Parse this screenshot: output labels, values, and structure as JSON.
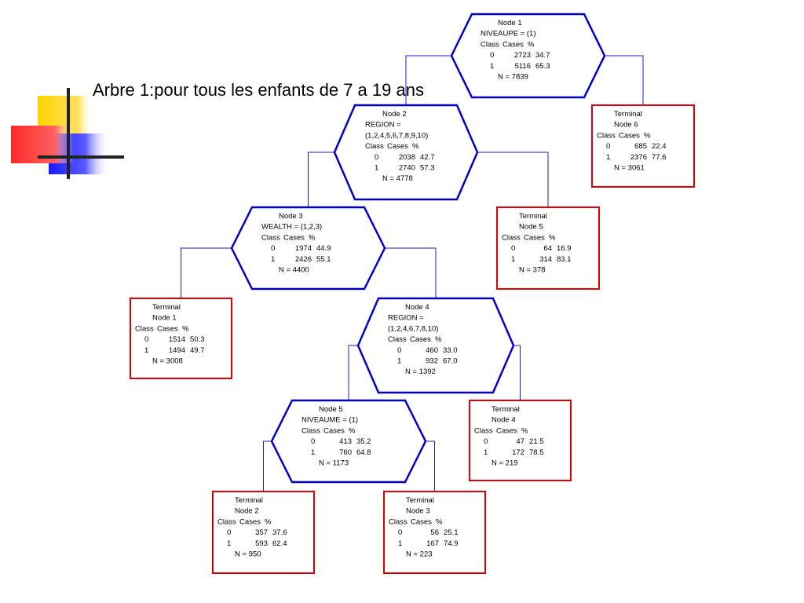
{
  "slide": {
    "title": "Arbre 1:pour tous les enfants de 7 a 19 ans"
  },
  "colors": {
    "split_border": "#0000cc",
    "terminal_border": "#e00000",
    "edge": "#1c1cd6"
  },
  "nodes": [
    {
      "id": "n1",
      "kind": "split",
      "lines": [
        "Node 1",
        "NIVEAUPE = (1)",
        "Class    Cases    %",
        "0        2723    34.7",
        "1        5116    65.3",
        "N = 7839"
      ]
    },
    {
      "id": "n2",
      "kind": "split",
      "lines": [
        "Node 2",
        "REGION =",
        "(1,2,4,5,6,7,8,9,10)",
        "Class    Cases    %",
        "0        2038    42.7",
        "1        2740    57.3",
        "N = 4778"
      ]
    },
    {
      "id": "t6",
      "kind": "terminal",
      "lines": [
        "Terminal",
        "Node 6",
        "Class    Cases    %",
        "0        685    22.4",
        "1        2376    77.6",
        "N = 3061"
      ]
    },
    {
      "id": "n3",
      "kind": "split",
      "lines": [
        "Node 3",
        "WEALTH = (1,2,3)",
        "Class    Cases    %",
        "0        1974    44.9",
        "1        2426    55.1",
        "N = 4400"
      ]
    },
    {
      "id": "t5",
      "kind": "terminal",
      "lines": [
        "Terminal",
        "Node 5",
        "Class    Cases    %",
        "0        64    16.9",
        "1        314    83.1",
        "N = 378"
      ]
    },
    {
      "id": "t1",
      "kind": "terminal",
      "lines": [
        "Terminal",
        "Node 1",
        "Class    Cases    %",
        "0        1514    50.3",
        "1        1494    49.7",
        "N = 3008"
      ]
    },
    {
      "id": "n4",
      "kind": "split",
      "lines": [
        "Node 4",
        "REGION =",
        "(1,2,4,6,7,8,10)",
        "Class    Cases    %",
        "0        460    33.0",
        "1        932    67.0",
        "N = 1392"
      ]
    },
    {
      "id": "n5",
      "kind": "split",
      "lines": [
        "Node 5",
        "NIVEAUME = (1)",
        "Class    Cases    %",
        "0        413    35.2",
        "1        760    64.8",
        "N = 1173"
      ]
    },
    {
      "id": "t4",
      "kind": "terminal",
      "lines": [
        "Terminal",
        "Node 4",
        "Class    Cases    %",
        "0        47    21.5",
        "1        172    78.5",
        "N = 219"
      ]
    },
    {
      "id": "t2",
      "kind": "terminal",
      "lines": [
        "Terminal",
        "Node 2",
        "Class    Cases    %",
        "0        357    37.6",
        "1        593    62.4",
        "N = 950"
      ]
    },
    {
      "id": "t3",
      "kind": "terminal",
      "lines": [
        "Terminal",
        "Node 3",
        "Class    Cases    %",
        "0        56    25.1",
        "1        167    74.9",
        "N = 223"
      ]
    }
  ],
  "edges": [
    {
      "from": "n1",
      "to": "n2"
    },
    {
      "from": "n1",
      "to": "t6"
    },
    {
      "from": "n2",
      "to": "n3"
    },
    {
      "from": "n2",
      "to": "t5"
    },
    {
      "from": "n3",
      "to": "t1"
    },
    {
      "from": "n3",
      "to": "n4"
    },
    {
      "from": "n4",
      "to": "n5"
    },
    {
      "from": "n4",
      "to": "t4"
    },
    {
      "from": "n5",
      "to": "t2"
    },
    {
      "from": "n5",
      "to": "t3"
    }
  ]
}
